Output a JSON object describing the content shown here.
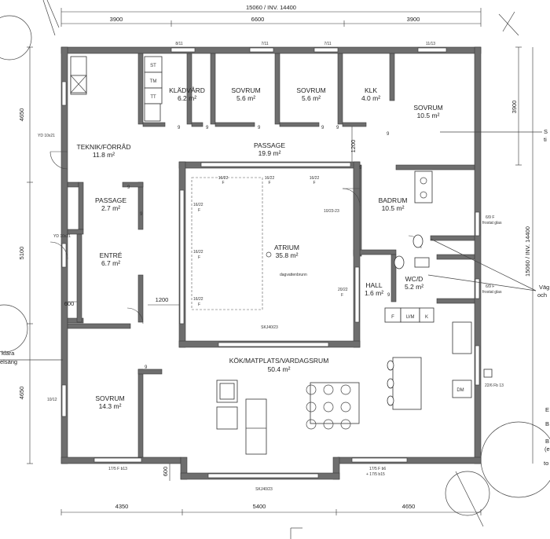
{
  "dimensions": {
    "top_total": "15060 / INV. 14400",
    "top_segments": [
      "3900",
      "6600",
      "3900"
    ],
    "bottom_segments": [
      "4350",
      "5400",
      "4650"
    ],
    "left_segments": [
      "4650",
      "5100",
      "4650"
    ],
    "right_total": "15060 / INV. 14400",
    "right_segment": "3900",
    "inner_1200_vertical": "1200",
    "inner_1200_horizontal": "1200",
    "left_600": "600",
    "bottom_600": "600"
  },
  "rooms": {
    "teknik": {
      "name": "TEKNIK/FÖRRÅD",
      "area": "11.8 m²"
    },
    "kladvard": {
      "name": "KLÄDVÅRD",
      "area": "6.2 m²"
    },
    "sovrum1": {
      "name": "SOVRUM",
      "area": "5.6 m²"
    },
    "sovrum2": {
      "name": "SOVRUM",
      "area": "5.6 m²"
    },
    "klk": {
      "name": "KLK",
      "area": "4.0 m²"
    },
    "sovrum3": {
      "name": "SOVRUM",
      "area": "10.5 m²"
    },
    "passage_top": {
      "name": "PASSAGE",
      "area": "19.9 m²"
    },
    "passage_left": {
      "name": "PASSAGE",
      "area": "2.7 m²"
    },
    "badrum": {
      "name": "BADRUM",
      "area": "10.5 m²"
    },
    "atrium": {
      "name": "ATRIUM",
      "area": "35.8 m²"
    },
    "entre": {
      "name": "ENTRÉ",
      "area": "6.7 m²"
    },
    "hall": {
      "name": "HALL",
      "area": "1.6 m²"
    },
    "wcd": {
      "name": "WC/D",
      "area": "5.2 m²"
    },
    "kok": {
      "name": "KÖK/MATPLATS/VARDAGSRUM",
      "area": "50.4 m²"
    },
    "sovrum4": {
      "name": "SOVRUM",
      "area": "14.3 m²"
    }
  },
  "appliances": {
    "st": "ST",
    "tm": "TM",
    "tt": "TT",
    "f": "F",
    "um": "U/M",
    "k": "K",
    "dm": "DM"
  },
  "annotations": {
    "yd1": "YD 10x21",
    "yd2": "YD 10x21",
    "w_8_11": "8/11",
    "w_7_11a": "7/11",
    "w_7_11b": "7/11",
    "w_11_13": "11/13",
    "w_16_22a": "16/22\nF",
    "w_16_22_top1": "16/22",
    "w_16_22_top2": "16/22",
    "w_16_22_top3": "16/22",
    "f_top1": "F",
    "f_top2": "F",
    "f_top3": "F",
    "w_16_22_l1": "16/22",
    "w_16_22_l2": "16/22",
    "w_16_22_l3": "16/22",
    "f_l1": "F",
    "f_l2": "F",
    "f_l3": "F",
    "w_10_23": "10/23-23",
    "w_20_22": "20/22",
    "f_r": "F",
    "w_6_9a": "6/9 F",
    "frostat_a": "frostat glas",
    "w_6_9b": "6/9 F",
    "frostat_b": "frostat glas",
    "w_10_12": "10/12",
    "w_17_5": "17/5 F b13",
    "w_17_5_b6": "17/5 F b6",
    "w_17_5_b15": "+ 17/5 b15",
    "skj_atrium": "SKJ40/23",
    "skj_bottom": "SKJ40/23",
    "dagvatten": "dagvattenbrunn",
    "fb13": "22/6 Fb 13",
    "nine": "9",
    "left_edge_klara": "klara",
    "left_edge_sang": "elsäng",
    "right_edge_1": "S",
    "right_edge_2": "ti",
    "right_edge_3": "Väg",
    "right_edge_4": "och",
    "right_edge_5": "E",
    "right_edge_6": "B",
    "right_edge_7": "B",
    "right_edge_8": "(e",
    "right_edge_9": "to"
  }
}
